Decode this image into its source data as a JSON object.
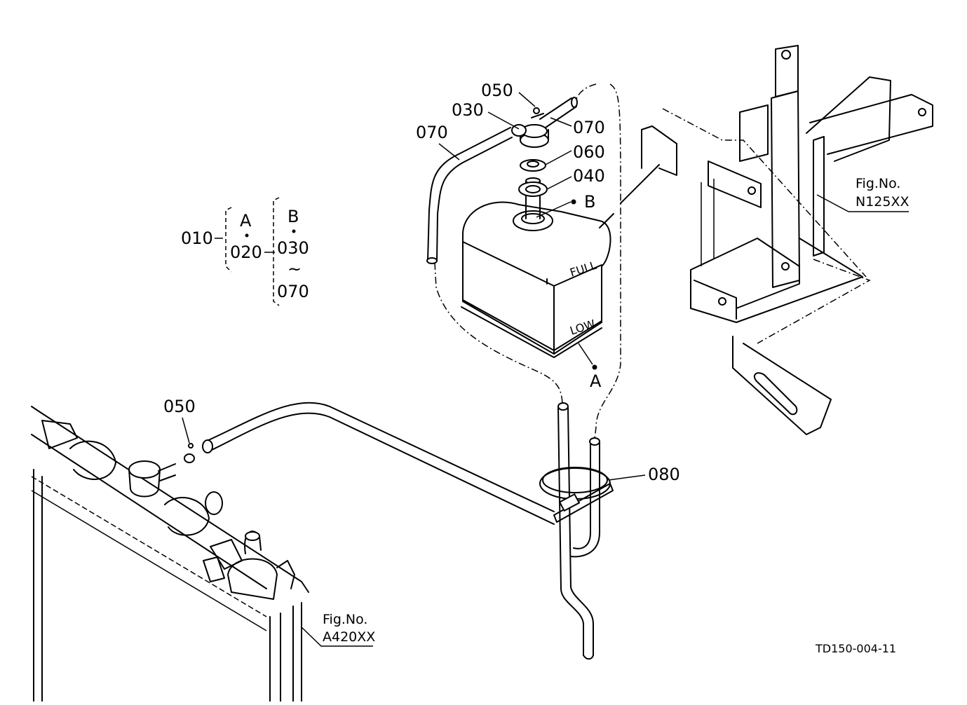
{
  "callouts": {
    "p050_top": "050",
    "p030": "030",
    "p070_left": "070",
    "p070_right": "070",
    "p060": "060",
    "p040": "040",
    "pointB": "B",
    "pointA": "A",
    "p050_bottom": "050",
    "p080": "080"
  },
  "assembly_legend": {
    "p010": "010",
    "groupA": "A",
    "p020": "020",
    "groupB": "B",
    "p030": "030",
    "range_symbol": "~",
    "p070": "070"
  },
  "tank_marks": {
    "full": "FULL",
    "low": "LOW"
  },
  "fig_refs": {
    "bracket": {
      "label": "Fig.No.",
      "code": "N125XX"
    },
    "radiator": {
      "label": "Fig.No.",
      "code": "A420XX"
    }
  },
  "drawing_code": "TD150-004-11"
}
